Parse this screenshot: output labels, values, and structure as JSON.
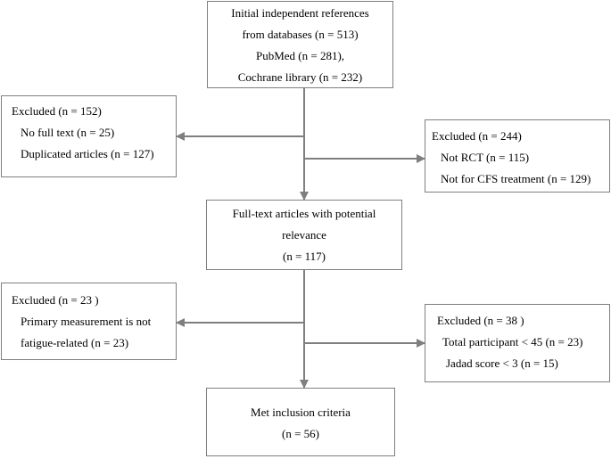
{
  "boxes": {
    "initial": {
      "lines": [
        "Initial independent references",
        "from databases (n = 513)",
        "PubMed (n = 281),",
        "Cochrane library (n = 232)"
      ]
    },
    "excluded_1": {
      "heading": "Excluded (n = 152)",
      "items": [
        "No full text (n = 25)",
        "Duplicated articles (n = 127)"
      ]
    },
    "excluded_2": {
      "heading": "Excluded (n = 244)",
      "items": [
        "Not RCT (n = 115)",
        "Not for CFS treatment (n = 129)"
      ]
    },
    "fulltext": {
      "lines": [
        "Full-text articles with  potential",
        "relevance",
        "(n = 117)"
      ]
    },
    "excluded_3": {
      "heading": "Excluded (n = 23 )",
      "items": [
        "Primary measurement is not",
        "fatigue-related (n = 23)"
      ]
    },
    "excluded_4": {
      "heading": "Excluded (n = 38 )",
      "items": [
        "Total participant < 45 (n = 23)",
        "Jadad score < 3 (n = 15)"
      ]
    },
    "included": {
      "lines": [
        "Met inclusion criteria",
        "(n = 56)"
      ]
    }
  },
  "colors": {
    "arrow": "#7f7f7f",
    "border": "#7f7f7f"
  }
}
